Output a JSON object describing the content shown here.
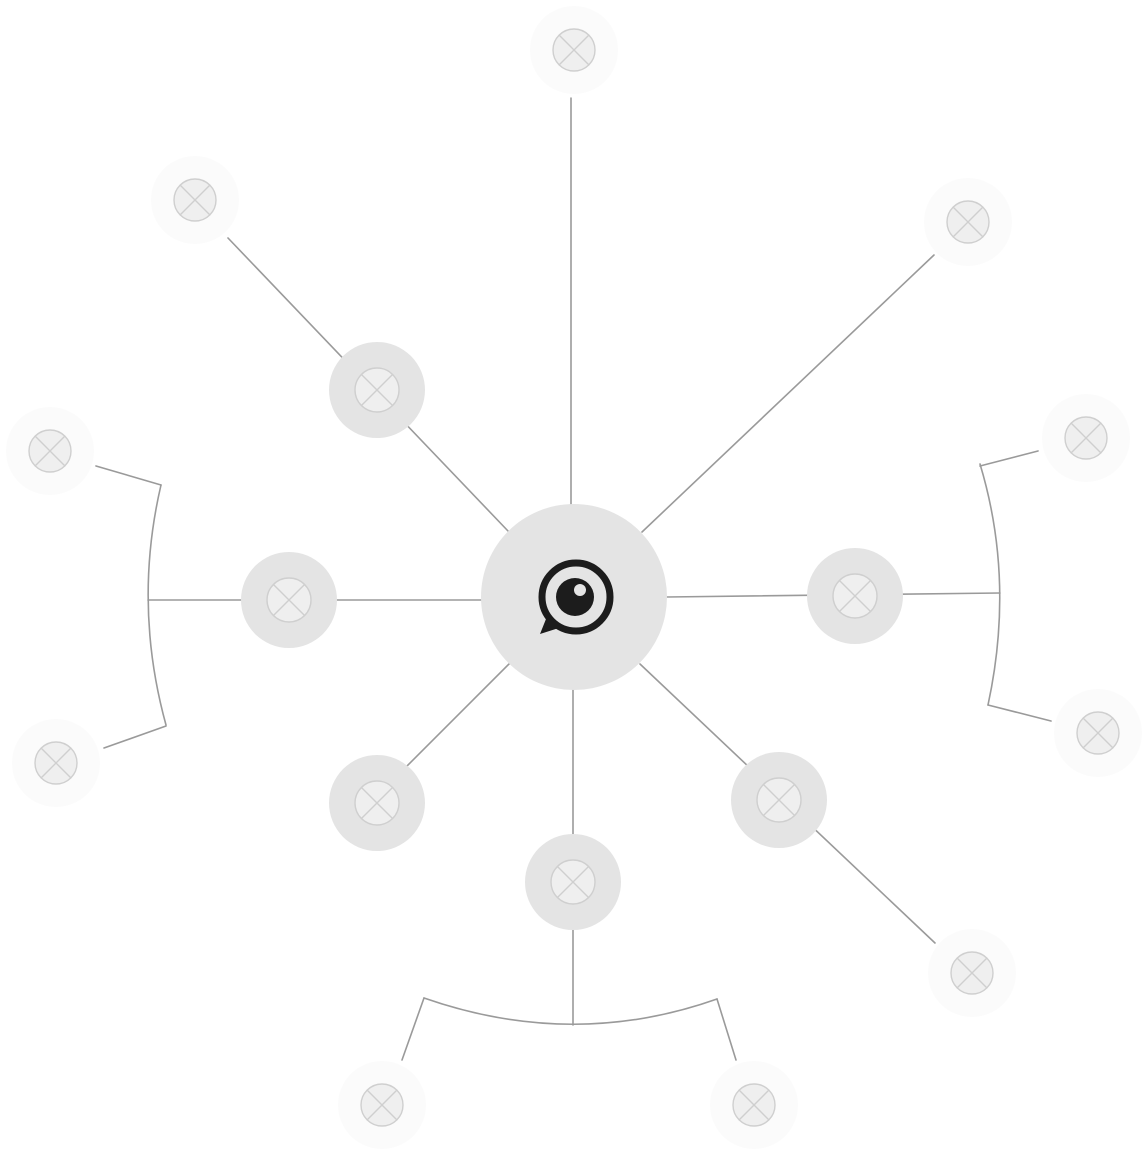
{
  "diagram": {
    "type": "hub-and-spoke",
    "center": {
      "icon": "chat-bubble-eye-icon"
    },
    "placeholder_icon": "image-placeholder-icon",
    "colors": {
      "line": "#9a9a9a",
      "node_fill": "#e4e4e4",
      "placeholder_fill": "#efefef",
      "placeholder_stroke": "#cfcfcf",
      "halo": "#fbfbfb",
      "hub_icon": "#1c1c1c"
    },
    "primary_nodes": [
      {
        "id": "primary-upper-left"
      },
      {
        "id": "primary-left"
      },
      {
        "id": "primary-lower-left"
      },
      {
        "id": "primary-bottom"
      },
      {
        "id": "primary-lower-right"
      },
      {
        "id": "primary-right"
      }
    ],
    "leaf_nodes": [
      {
        "id": "leaf-top"
      },
      {
        "id": "leaf-upper-left"
      },
      {
        "id": "leaf-upper-right"
      },
      {
        "id": "leaf-left-upper"
      },
      {
        "id": "leaf-left-lower"
      },
      {
        "id": "leaf-right-upper"
      },
      {
        "id": "leaf-right-lower"
      },
      {
        "id": "leaf-lower-right"
      },
      {
        "id": "leaf-bottom-left"
      },
      {
        "id": "leaf-bottom-right"
      }
    ]
  }
}
